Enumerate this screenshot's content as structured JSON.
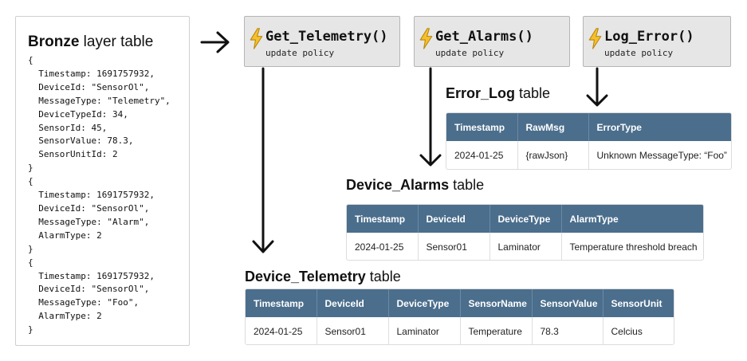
{
  "bronze": {
    "title_bold": "Bronze",
    "title_rest": " layer table",
    "code": "{\n  Timestamp: 1691757932,\n  DeviceId: \"SensorOl\",\n  MessageType: \"Telemetry\",\n  DeviceTypeId: 34,\n  SensorId: 45,\n  SensorValue: 78.3,\n  SensorUnitId: 2\n}\n{\n  Timestamp: 1691757932,\n  DeviceId: \"SensorOl\",\n  MessageType: \"Alarm\",\n  AlarmType: 2\n}\n{\n  Timestamp: 1691757932,\n  DeviceId: \"SensorOl\",\n  MessageType: \"Foo\",\n  AlarmType: 2\n}"
  },
  "functions": [
    {
      "name": "Get_Telemetry()",
      "subtitle": "update policy",
      "icon": "lightning-bolt-icon"
    },
    {
      "name": "Get_Alarms()",
      "subtitle": "update policy",
      "icon": "lightning-bolt-icon"
    },
    {
      "name": "Log_Error()",
      "subtitle": "update policy",
      "icon": "lightning-bolt-icon"
    }
  ],
  "error_log": {
    "title_bold": "Error_Log",
    "title_rest": " table",
    "columns": [
      "Timestamp",
      "RawMsg",
      "ErrorType"
    ],
    "rows": [
      [
        "2024-01-25",
        "{rawJson}",
        "Unknown MessageType: “Foo”"
      ]
    ]
  },
  "device_alarms": {
    "title_bold": "Device_Alarms",
    "title_rest": " table",
    "columns": [
      "Timestamp",
      "DeviceId",
      "DeviceType",
      "AlarmType"
    ],
    "rows": [
      [
        "2024-01-25",
        "Sensor01",
        "Laminator",
        "Temperature threshold breach"
      ]
    ]
  },
  "device_telemetry": {
    "title_bold": "Device_Telemetry",
    "title_rest": " table",
    "columns": [
      "Timestamp",
      "DeviceId",
      "DeviceType",
      "SensorName",
      "SensorValue",
      "SensorUnit"
    ],
    "rows": [
      [
        "2024-01-25",
        "Sensor01",
        "Laminator",
        "Temperature",
        "78.3",
        "Celcius"
      ]
    ]
  },
  "colors": {
    "table_header": "#4b6e8c",
    "function_box": "#e6e6e6",
    "bolt_fill": "#f6c02b",
    "bolt_stroke": "#b8860b",
    "arrow": "#111111"
  }
}
